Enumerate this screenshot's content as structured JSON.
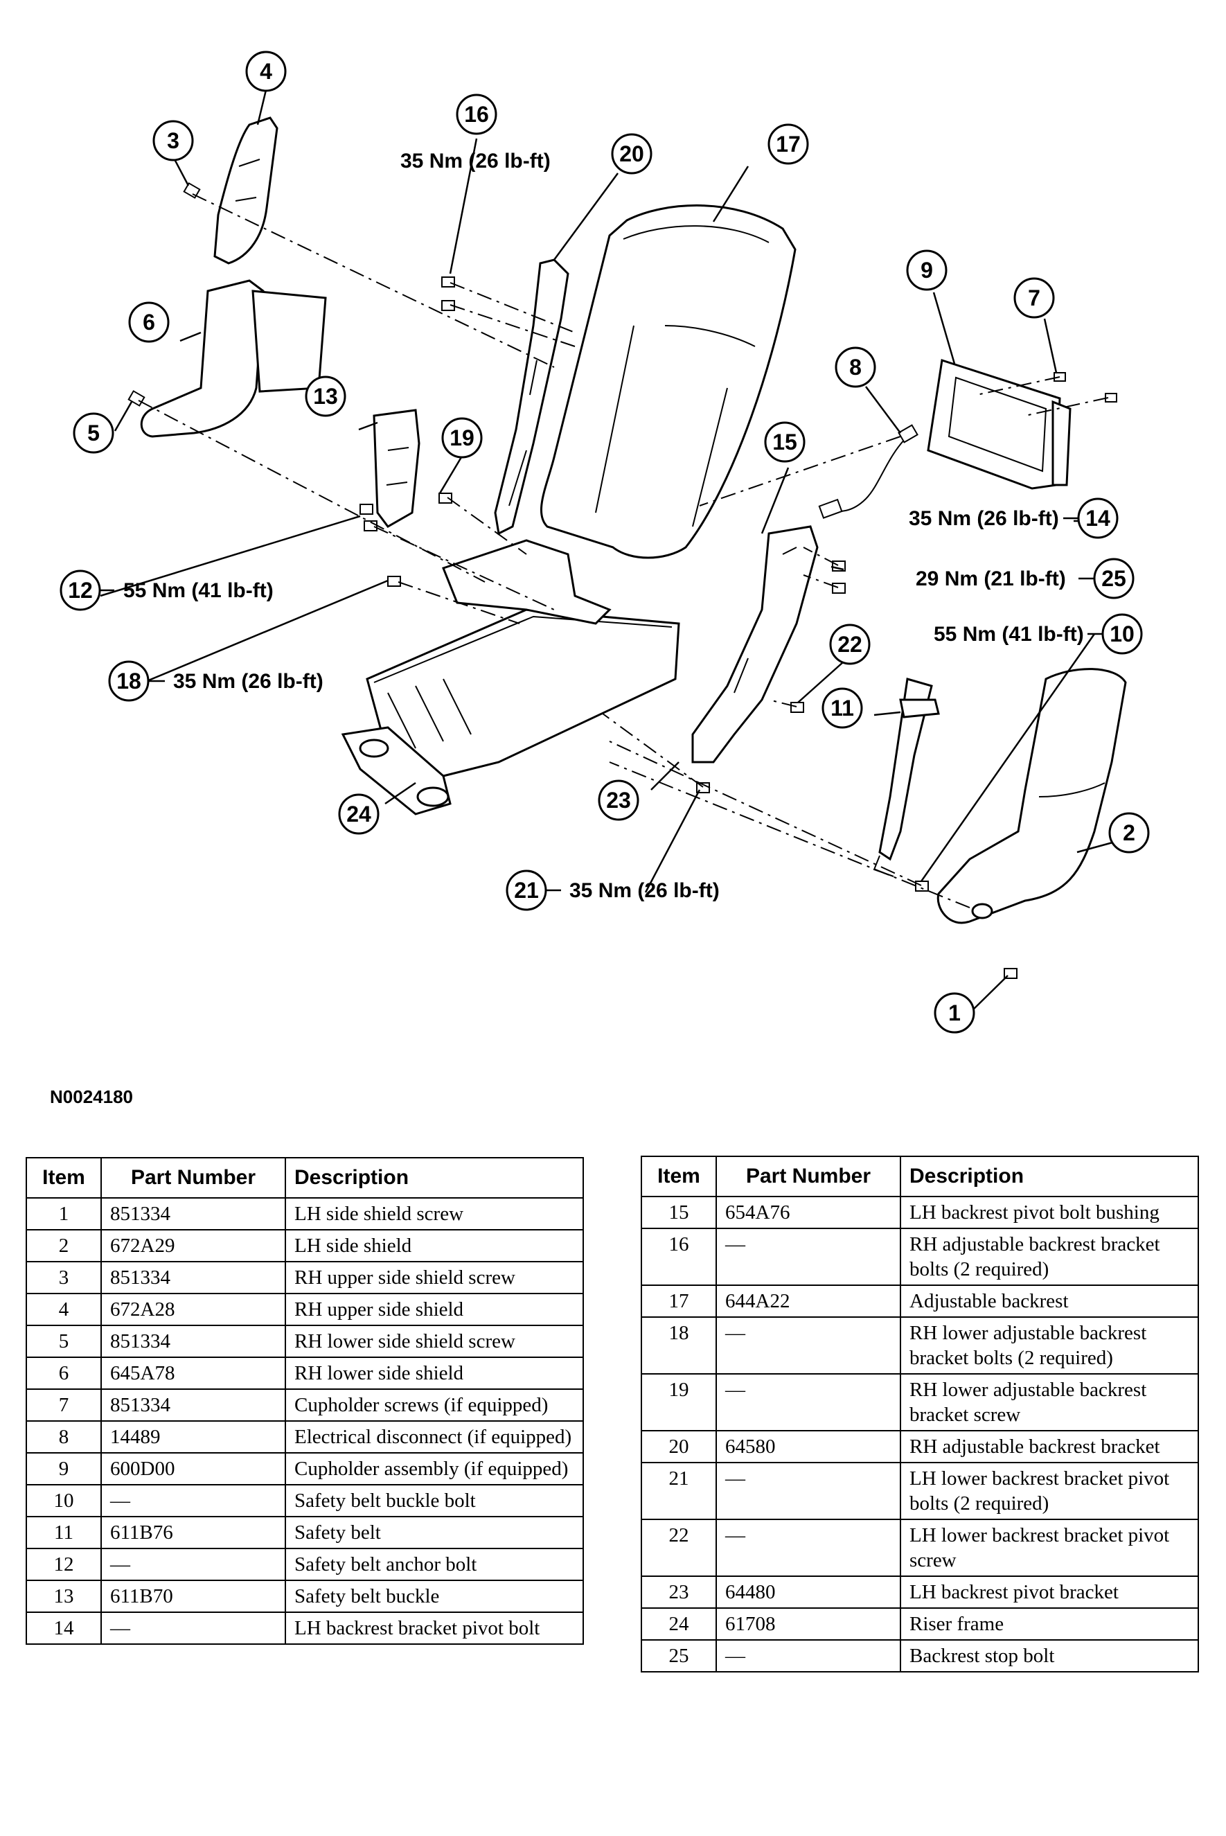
{
  "figure_code": "N0024180",
  "callouts": {
    "c1": "1",
    "c2": "2",
    "c3": "3",
    "c4": "4",
    "c5": "5",
    "c6": "6",
    "c7": "7",
    "c8": "8",
    "c9": "9",
    "c10": "10",
    "c11": "11",
    "c12": "12",
    "c13": "13",
    "c14": "14",
    "c15": "15",
    "c16": "16",
    "c17": "17",
    "c18": "18",
    "c19": "19",
    "c20": "20",
    "c21": "21",
    "c22": "22",
    "c23": "23",
    "c24": "24",
    "c25": "25"
  },
  "torques": {
    "t16": "35 Nm (26 lb-ft)",
    "t12": "55 Nm (41 lb-ft)",
    "t18": "35 Nm (26 lb-ft)",
    "t14": "35 Nm (26 lb-ft)",
    "t25": "29 Nm (21 lb-ft)",
    "t10": "55 Nm (41 lb-ft)",
    "t21": "35 Nm (26 lb-ft)"
  },
  "table": {
    "headers": {
      "item": "Item",
      "part_number": "Part Number",
      "description": "Description"
    },
    "left_rows": [
      {
        "item": "1",
        "part": "851334",
        "desc": "LH side shield screw"
      },
      {
        "item": "2",
        "part": "672A29",
        "desc": "LH side shield"
      },
      {
        "item": "3",
        "part": "851334",
        "desc": "RH upper side shield screw"
      },
      {
        "item": "4",
        "part": "672A28",
        "desc": "RH upper side shield"
      },
      {
        "item": "5",
        "part": "851334",
        "desc": "RH lower side shield screw"
      },
      {
        "item": "6",
        "part": "645A78",
        "desc": "RH lower side shield"
      },
      {
        "item": "7",
        "part": "851334",
        "desc": "Cupholder screws (if equipped)"
      },
      {
        "item": "8",
        "part": "14489",
        "desc": "Electrical disconnect (if equipped)"
      },
      {
        "item": "9",
        "part": "600D00",
        "desc": "Cupholder assembly (if equipped)"
      },
      {
        "item": "10",
        "part": "—",
        "desc": "Safety belt buckle bolt"
      },
      {
        "item": "11",
        "part": "611B76",
        "desc": "Safety belt"
      },
      {
        "item": "12",
        "part": "—",
        "desc": "Safety belt anchor bolt"
      },
      {
        "item": "13",
        "part": "611B70",
        "desc": "Safety belt buckle"
      },
      {
        "item": "14",
        "part": "—",
        "desc": "LH backrest bracket pivot bolt"
      }
    ],
    "right_rows": [
      {
        "item": "15",
        "part": "654A76",
        "desc": "LH backrest pivot bolt bushing"
      },
      {
        "item": "16",
        "part": "—",
        "desc": "RH adjustable backrest bracket bolts (2 required)"
      },
      {
        "item": "17",
        "part": "644A22",
        "desc": "Adjustable backrest"
      },
      {
        "item": "18",
        "part": "—",
        "desc": "RH lower adjustable backrest bracket bolts (2 required)"
      },
      {
        "item": "19",
        "part": "—",
        "desc": "RH lower adjustable backrest bracket screw"
      },
      {
        "item": "20",
        "part": "64580",
        "desc": "RH adjustable backrest bracket"
      },
      {
        "item": "21",
        "part": "—",
        "desc": "LH lower backrest bracket pivot bolts (2 required)"
      },
      {
        "item": "22",
        "part": "—",
        "desc": "LH lower backrest bracket pivot screw"
      },
      {
        "item": "23",
        "part": "64480",
        "desc": "LH backrest pivot bracket"
      },
      {
        "item": "24",
        "part": "61708",
        "desc": "Riser frame"
      },
      {
        "item": "25",
        "part": "—",
        "desc": "Backrest stop bolt"
      }
    ]
  }
}
